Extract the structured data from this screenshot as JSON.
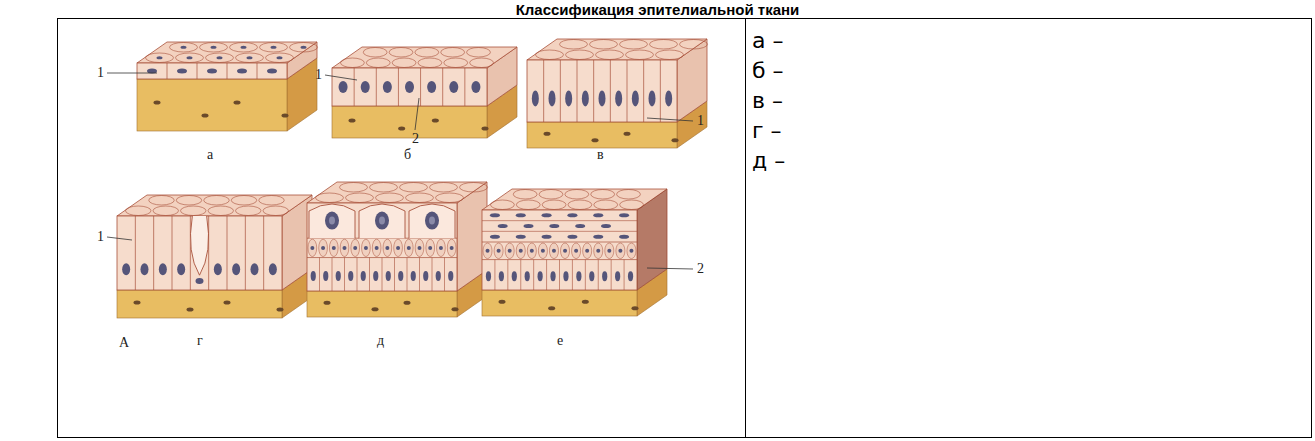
{
  "diagram": {
    "title": "Классификация эпителиальной ткани",
    "labels": [
      "1",
      "1",
      "2",
      "1",
      "1",
      "2",
      "а",
      "б",
      "в",
      "г",
      "д",
      "е",
      "А",
      "а –",
      "б –",
      "в –",
      "г –",
      "д –"
    ]
  }
}
